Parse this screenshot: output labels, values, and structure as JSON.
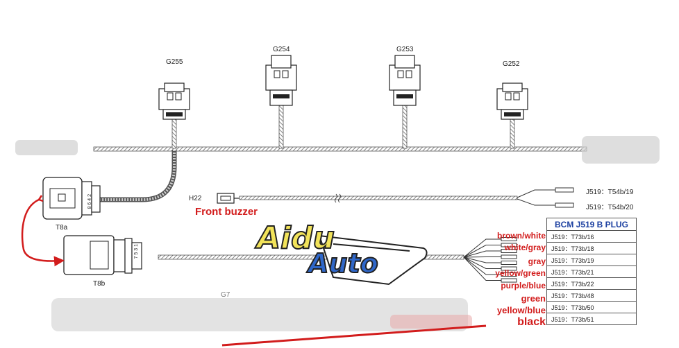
{
  "sensors": [
    {
      "label": "G255"
    },
    {
      "label": "G254"
    },
    {
      "label": "G253"
    },
    {
      "label": "G252"
    }
  ],
  "connectors": {
    "t8a": {
      "label": "T8a",
      "pins": "8 6 4 2"
    },
    "t8b": {
      "label": "T8b",
      "pins": "7 5 3 1"
    },
    "partial": {
      "label": "G7"
    }
  },
  "buzzer": {
    "code": "H22",
    "name": "Front buzzer",
    "pins": [
      "J519：T54b/19",
      "J519：T54b/20"
    ]
  },
  "logo": {
    "line1": "Aidu",
    "line2": "Auto"
  },
  "bcm_plug": {
    "title": "BCM J519 B PLUG",
    "rows": [
      {
        "wire": "brown/white",
        "pin": "J519：T73b/16"
      },
      {
        "wire": "white/gray",
        "pin": "J519：T73b/18"
      },
      {
        "wire": "gray",
        "pin": "J519：T73b/19"
      },
      {
        "wire": "yellow/green",
        "pin": "J519：T73b/21"
      },
      {
        "wire": "purple/blue",
        "pin": "J519：T73b/22"
      },
      {
        "wire": "green",
        "pin": "J519：T73b/48"
      },
      {
        "wire": "yellow/blue",
        "pin": "J519：T73b/50"
      },
      {
        "wire": "black",
        "pin": "J519：T73b/51"
      }
    ]
  },
  "colors": {
    "annotation_red": "#d21c1c",
    "table_title_blue": "#1b3fa0",
    "logo_yellow": "#f2e35a",
    "logo_blue": "#2f67c9"
  }
}
